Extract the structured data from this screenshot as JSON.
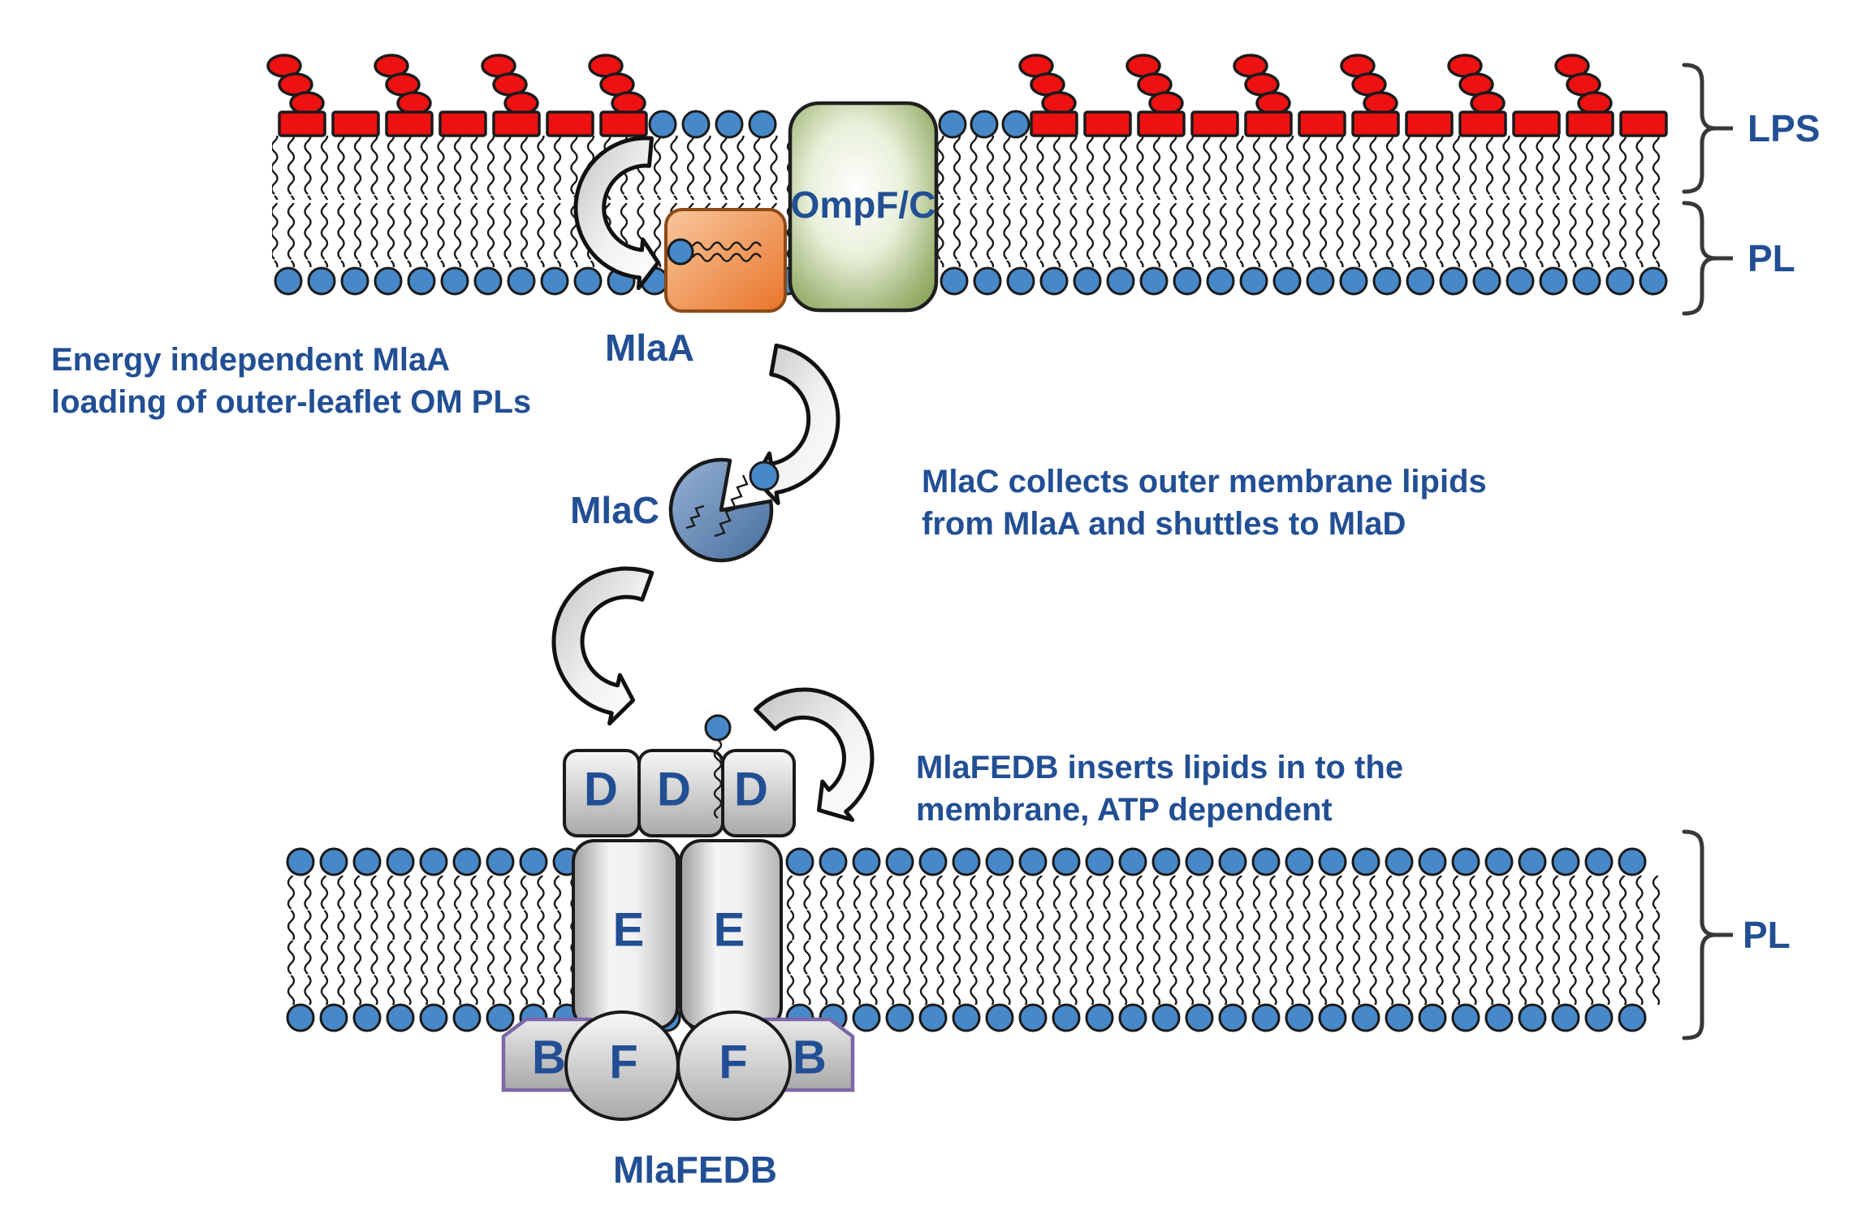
{
  "figure": {
    "type": "pathway-diagram",
    "subject": "Mla phospholipid transport pathway between bacterial outer and inner membranes",
    "background": "#ffffff"
  },
  "labels": {
    "lps": "LPS",
    "pl_outer_membrane": "PL",
    "pl_inner_membrane": "PL",
    "ompfc": "OmpF/C",
    "mlaa": "MlaA",
    "mlac": "MlaC",
    "mlafedb": "MlaFEDB",
    "mlad_letter": "D",
    "mlae_letter": "E",
    "mlaf_letter": "F",
    "mlab_letter": "B"
  },
  "annotations": {
    "mlaa_loading": {
      "line1": "Energy independent MlaA",
      "line2": "loading of outer-leaflet OM PLs"
    },
    "mlac_shuttle": {
      "line1": "MlaC collects outer membrane lipids",
      "line2": "from MlaA and shuttles to MlaD"
    },
    "mlafedb_insert": {
      "line1": "MlaFEDB inserts lipids in to the",
      "line2": "membrane, ATP dependent"
    }
  },
  "colors": {
    "text_blue": "#224F94",
    "lps_red": "#EE1111",
    "pl_head_blue": "#4788C8",
    "ompfc_green": "#7E9A4C",
    "mlaa_orange": "#EC7C30",
    "mlac_blue": "#49719E",
    "protein_gray": "#C0C0C0",
    "mlab_purple": "#7A68A8",
    "outline_black": "#1A1A1A"
  },
  "icons": {
    "lps_molecule": "red rectangle head with three stacked red O-antigen ovals and acyl tails",
    "phospholipid": "blue circle head with two wavy acyl tails",
    "curved_arrow": "gray-filled curved transport arrow",
    "brace": "curly bracket marking membrane layer"
  }
}
